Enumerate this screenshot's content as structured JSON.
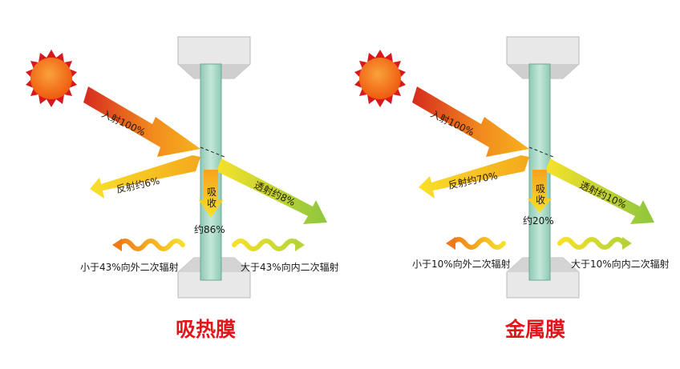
{
  "colors": {
    "sun_core": "#f36c12",
    "sun_rays": "#d7191e",
    "glass": "#a8d8c6",
    "frame": "#dcdcdc",
    "title": "#e3161c"
  },
  "panels": [
    {
      "title": "吸热膜",
      "incident": "入射100%",
      "reflect": "反射约6%",
      "transmit": "透射约8%",
      "absorb": "吸收",
      "absorb_value": "约86%",
      "reradiate_out": "小于43%向外二次辐射",
      "reradiate_in": "大于43%向内二次辐射"
    },
    {
      "title": "金属膜",
      "incident": "入射100%",
      "reflect": "反射约70%",
      "transmit": "透射约10%",
      "absorb": "吸收",
      "absorb_value": "约20%",
      "reradiate_out": "小于10%向外二次辐射",
      "reradiate_in": "大于10%向内二次辐射"
    }
  ]
}
